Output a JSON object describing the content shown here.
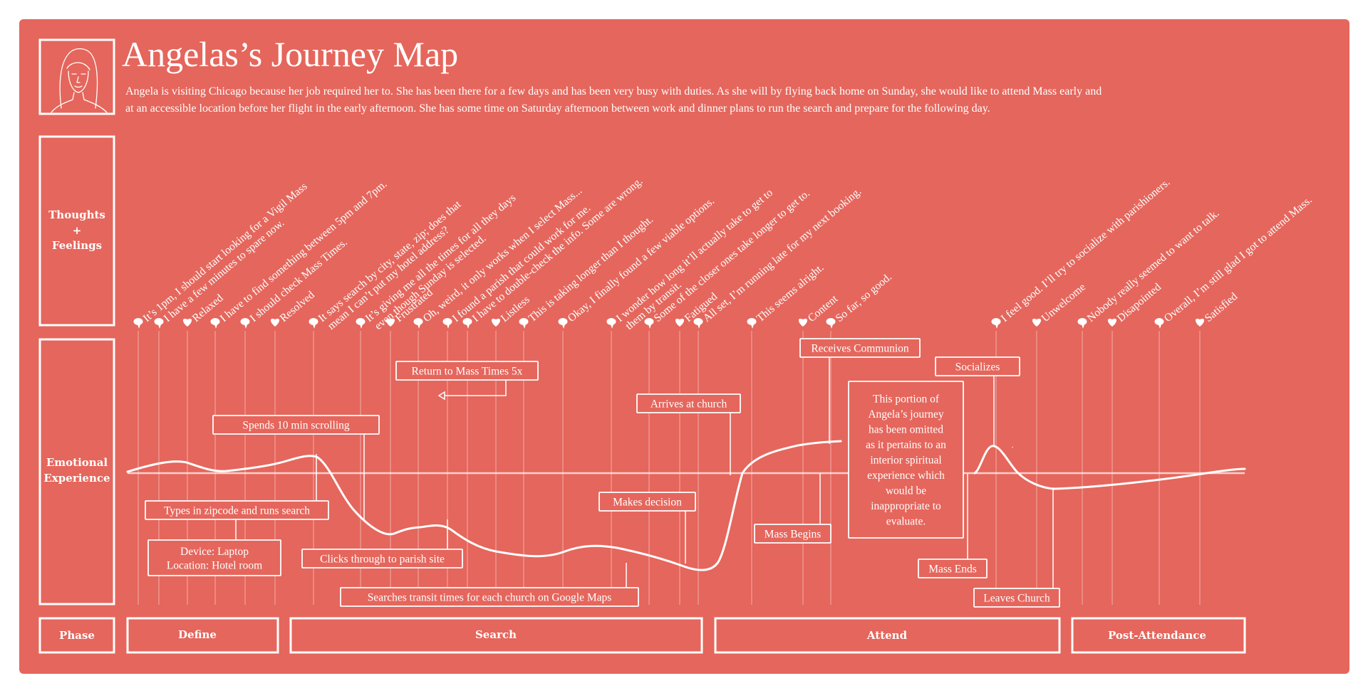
{
  "title": "Angelas’s Journey Map",
  "description": [
    "Angela is visiting Chicago because her job required her to.  She has been there for a few days and has been very busy with duties. As she will by flying back home on Sunday, she would like to attend Mass early and",
    "at an accessible location before her flight in the early afternoon. She has some time on Saturday afternoon between work and dinner plans to run the search and prepare for the following day."
  ],
  "row_labels": {
    "thoughts": [
      "Thoughts",
      "+",
      "Feelings"
    ],
    "emotional": [
      "Emotional",
      "Experience"
    ],
    "phase": "Phase"
  },
  "phases": [
    {
      "label": "Define"
    },
    {
      "label": "Search"
    },
    {
      "label": "Attend"
    },
    {
      "label": "Post-Attendance"
    }
  ],
  "notes": [
    {
      "icon": "speech-bubble-icon",
      "lines": [
        "It’s 1pm, I should start looking for a Vigil Mass"
      ]
    },
    {
      "icon": "speech-bubble-icon",
      "lines": [
        "I have a few minutes to spare now."
      ]
    },
    {
      "icon": "heart-icon",
      "lines": [
        "Relaxed"
      ]
    },
    {
      "icon": "speech-bubble-icon",
      "lines": [
        "I have to find something between 5pm and 7pm."
      ]
    },
    {
      "icon": "speech-bubble-icon",
      "lines": [
        "I should check Mass Times."
      ]
    },
    {
      "icon": "heart-icon",
      "lines": [
        "Resolved"
      ]
    },
    {
      "icon": "speech-bubble-icon",
      "lines": [
        "It says search by city, state, zip; does that",
        "mean I can’t put my hotel address?"
      ]
    },
    {
      "icon": "speech-bubble-icon",
      "lines": [
        "It’s giving me all the times for all they days",
        "even though Sunday is selected."
      ]
    },
    {
      "icon": "heart-icon",
      "lines": [
        "Frustrated"
      ]
    },
    {
      "icon": "speech-bubble-icon",
      "lines": [
        "Oh, weird, it only works when I select Mass..."
      ]
    },
    {
      "icon": "speech-bubble-icon",
      "lines": [
        "I found a parish that could work for me."
      ]
    },
    {
      "icon": "speech-bubble-icon",
      "lines": [
        "I have to double-check the info. Some are wrong."
      ]
    },
    {
      "icon": "heart-icon",
      "lines": [
        "Listless"
      ]
    },
    {
      "icon": "speech-bubble-icon",
      "lines": [
        "This is taking longer than I thought."
      ]
    },
    {
      "icon": "speech-bubble-icon",
      "lines": [
        "Okay, I finally found a few viable options."
      ]
    },
    {
      "icon": "speech-bubble-icon",
      "lines": [
        "I wonder how long it’ll actually take to get to",
        "them by transit."
      ]
    },
    {
      "icon": "speech-bubble-icon",
      "lines": [
        "Some of the closer ones take longer to get to."
      ]
    },
    {
      "icon": "heart-icon",
      "lines": [
        "Fatigued"
      ]
    },
    {
      "icon": "speech-bubble-icon",
      "lines": [
        "All set, I’m running late for my next booking."
      ]
    },
    {
      "icon": "speech-bubble-icon",
      "lines": [
        "This seems alright."
      ]
    },
    {
      "icon": "heart-icon",
      "lines": [
        "Content"
      ]
    },
    {
      "icon": "speech-bubble-icon",
      "lines": [
        "So far, so good."
      ]
    },
    {
      "icon": "speech-bubble-icon",
      "lines": [
        "I feel good. I’ll try to socialize with parishioners."
      ]
    },
    {
      "icon": "heart-icon",
      "lines": [
        "Unwelcome"
      ]
    },
    {
      "icon": "speech-bubble-icon",
      "lines": [
        "Nobody really seemed to want to talk."
      ]
    },
    {
      "icon": "heart-icon",
      "lines": [
        "Disapointed"
      ]
    },
    {
      "icon": "speech-bubble-icon",
      "lines": [
        "Overall, I’m still glad I got to attend Mass."
      ]
    },
    {
      "icon": "heart-icon",
      "lines": [
        "Satisfied"
      ]
    }
  ],
  "events": [
    {
      "lines": [
        "Spends 10 min scrolling"
      ]
    },
    {
      "lines": [
        "Types in zipcode and runs search"
      ]
    },
    {
      "lines": [
        "Device: Laptop",
        "Location: Hotel room"
      ]
    },
    {
      "lines": [
        "Clicks through to parish site"
      ]
    },
    {
      "lines": [
        "Return to Mass Times 5x"
      ]
    },
    {
      "lines": [
        "Searches transit times for each church on Google Maps"
      ]
    },
    {
      "lines": [
        "Makes decision"
      ]
    },
    {
      "lines": [
        "Arrives at church"
      ]
    },
    {
      "lines": [
        "Receives Communion"
      ]
    },
    {
      "lines": [
        "Mass Begins"
      ]
    },
    {
      "lines": [
        "This portion of",
        "Angela’s journey",
        "has been omitted",
        "as it pertains to an",
        "interior spiritual",
        "experience which",
        "would be",
        "inappropriate to",
        "evaluate."
      ]
    },
    {
      "lines": [
        "Socializes"
      ]
    },
    {
      "lines": [
        "Mass Ends"
      ]
    },
    {
      "lines": [
        "Leaves Church"
      ]
    }
  ]
}
